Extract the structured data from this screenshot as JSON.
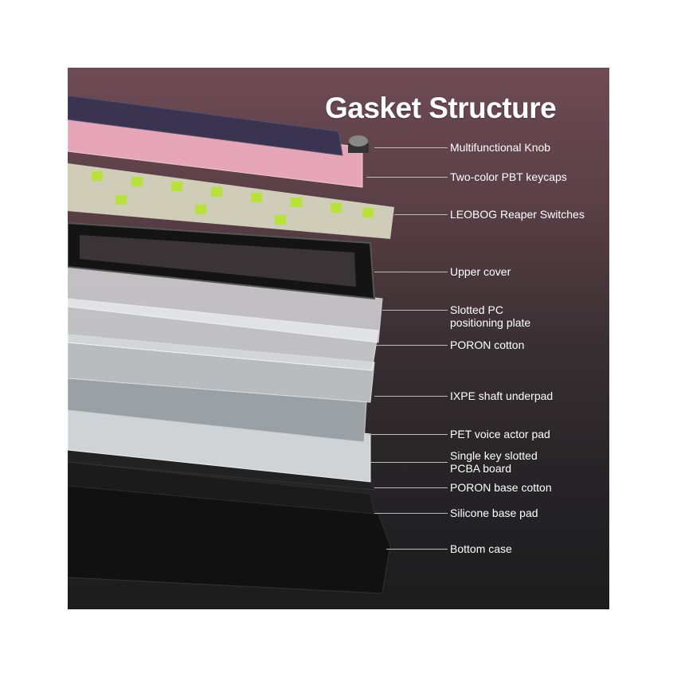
{
  "title": "Gasket Structure",
  "labels": [
    {
      "text": "Multifunctional Knob"
    },
    {
      "text": "Two-color PBT keycaps"
    },
    {
      "text": "LEOBOG Reaper Switches"
    },
    {
      "text": "Upper cover"
    },
    {
      "text": "Slotted PC positioning plate",
      "line1": "Slotted PC",
      "line2": "positioning plate"
    },
    {
      "text": "PORON cotton"
    },
    {
      "text": "IXPE shaft underpad"
    },
    {
      "text": "PET voice actor pad"
    },
    {
      "text": "Single key slotted PCBA board",
      "line1": "Single key slotted",
      "line2": "PCBA board"
    },
    {
      "text": "PORON base cotton"
    },
    {
      "text": "Silicone base pad"
    },
    {
      "text": "Bottom case"
    }
  ],
  "colors": {
    "keycap_dark": "#3a3450",
    "keycap_pink": "#e6a6b8",
    "switch_green": "#b6e23a",
    "bg_top": "#6f4b54",
    "bg_bottom": "#1c1c1d"
  }
}
